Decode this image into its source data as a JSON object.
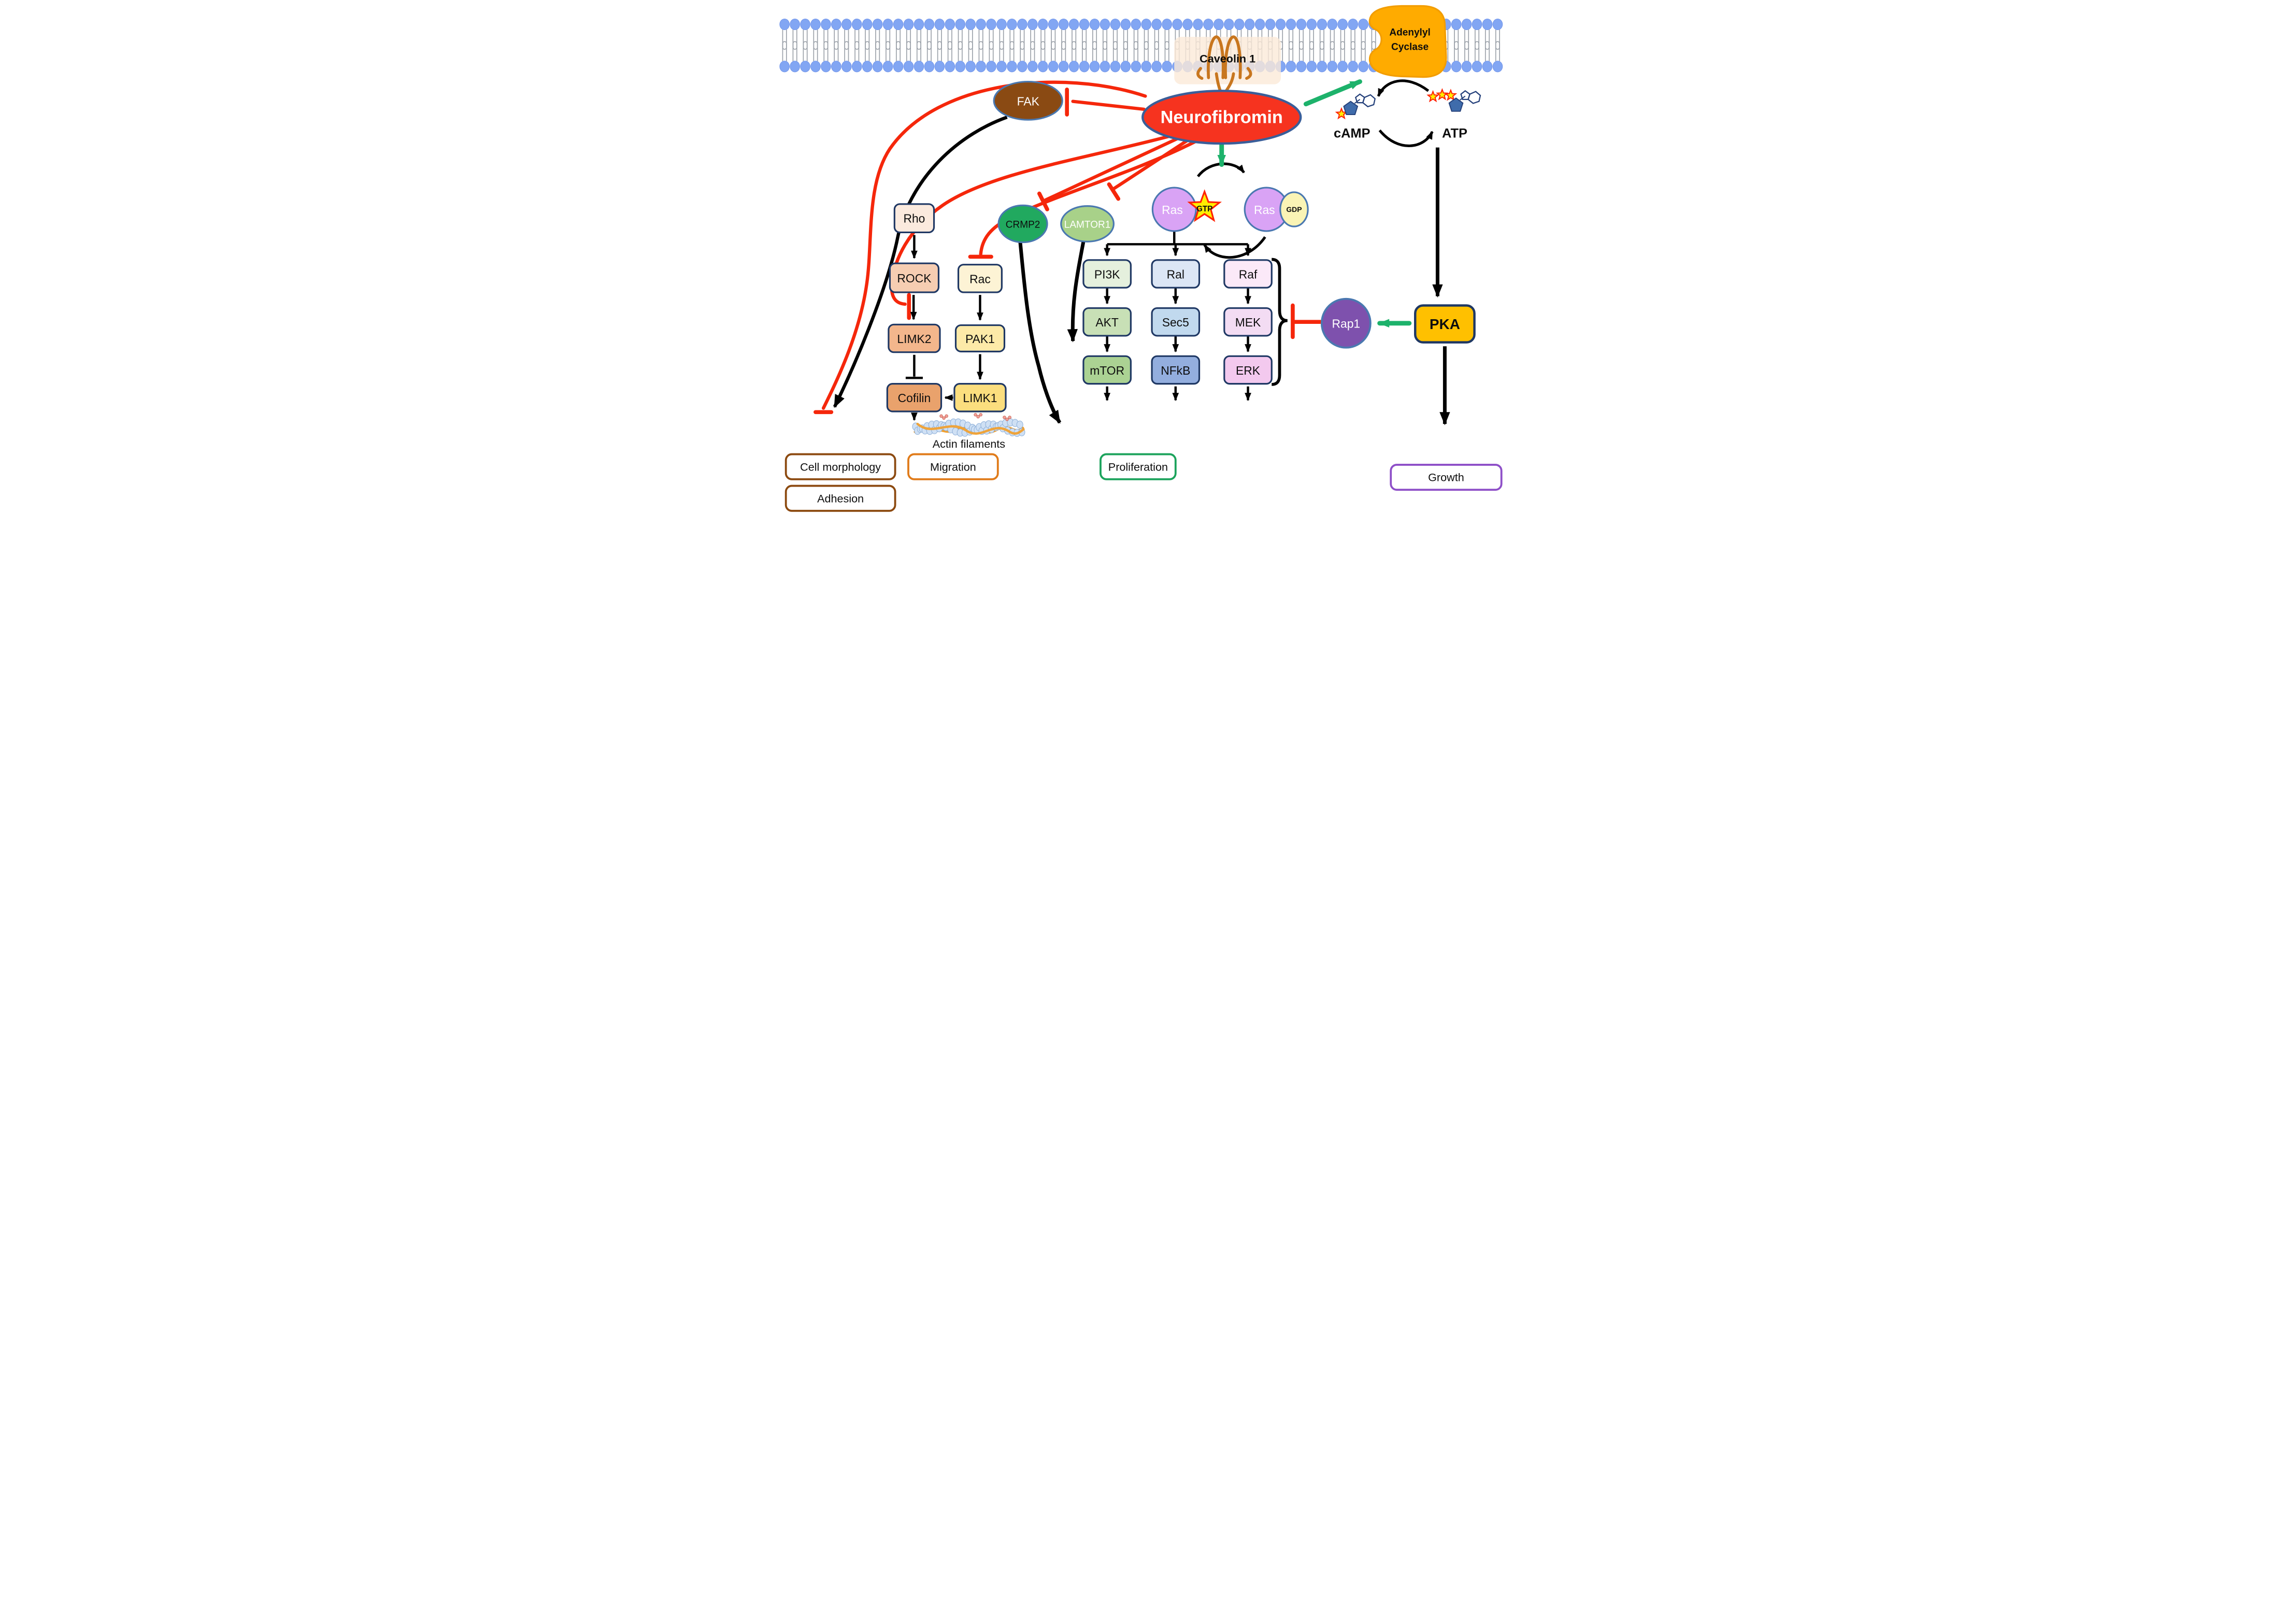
{
  "diagram": {
    "colors": {
      "inhibition": "#f5270b",
      "activation": "#1db26b",
      "line": "#000000",
      "membrane_head": "#82a6f3",
      "membrane_head_edge": "#6b8fe8",
      "membrane_tail": "#9aa0a8",
      "caveolin": "#c8761e",
      "caveolin_glow": "#fbead8",
      "actin_strand": "#f0a030",
      "actin_bead": "#cfe0f4",
      "actin_bead_edge": "#8fb0d8",
      "actin_cluster": "#f2a09a",
      "phosphate_star_fill": "#ffee00",
      "phosphate_star_stroke": "#ff2200",
      "sugar_pentagon": "#3f6cab",
      "ring_stroke": "#24407a",
      "node_stroke": "#1f3864",
      "ellipse_stroke": "#4a78b0"
    },
    "nodes": {
      "caveolin": {
        "label": "Caveolin 1"
      },
      "adenylyl_cyclase": {
        "label_line1": "Adenylyl",
        "label_line2": "Cyclase",
        "fill": "#ffab00",
        "stroke": "#f29d00"
      },
      "neurofibromin": {
        "label": "Neurofibromin",
        "fill": "#f6331f",
        "stroke": "#3a5e99"
      },
      "fak": {
        "label": "FAK",
        "fill": "#8a4a13"
      },
      "camp": {
        "label": "cAMP"
      },
      "atp": {
        "label": "ATP"
      },
      "ras_gtp": {
        "label": "Ras",
        "tag": "GTP",
        "fill": "#d9a3f5"
      },
      "ras_gdp": {
        "label": "Ras",
        "tag": "GDP",
        "fill": "#d9a3f5",
        "tag_fill": "#faf4b5"
      },
      "rho": {
        "label": "Rho",
        "fill": "#fbeade"
      },
      "rock": {
        "label": "ROCK",
        "fill": "#f6cdb2"
      },
      "limk2": {
        "label": "LIMK2",
        "fill": "#f3b68c"
      },
      "cofilin": {
        "label": "Cofilin",
        "fill": "#e9a26c"
      },
      "rac": {
        "label": "Rac",
        "fill": "#fdf3d5"
      },
      "pak1": {
        "label": "PAK1",
        "fill": "#fdeaa8"
      },
      "limk1": {
        "label": "LIMK1",
        "fill": "#fbde7e"
      },
      "crmp2": {
        "label": "CRMP2",
        "fill": "#21a95f"
      },
      "lamtor1": {
        "label": "LAMTOR1",
        "fill": "#a8d189"
      },
      "pi3k": {
        "label": "PI3K",
        "fill": "#e5f0dd"
      },
      "akt": {
        "label": "AKT",
        "fill": "#c8e0b6"
      },
      "mtor": {
        "label": "mTOR",
        "fill": "#abd293"
      },
      "ral": {
        "label": "Ral",
        "fill": "#dce6f5"
      },
      "sec5": {
        "label": "Sec5",
        "fill": "#c1d9ee"
      },
      "nfkb": {
        "label": "NFkB",
        "fill": "#93aede"
      },
      "raf": {
        "label": "Raf",
        "fill": "#fbe9f8"
      },
      "mek": {
        "label": "MEK",
        "fill": "#f3dcf3"
      },
      "erk": {
        "label": "ERK",
        "fill": "#f3c9ee"
      },
      "rap1": {
        "label": "Rap1",
        "fill": "#7e51ad"
      },
      "pka": {
        "label": "PKA",
        "fill": "#ffc000"
      }
    },
    "labels": {
      "actin": "Actin filaments"
    },
    "outcomes": {
      "cell_morphology": {
        "label": "Cell morphology",
        "border": "#8c4a10"
      },
      "migration": {
        "label": "Migration",
        "border": "#e07b1a"
      },
      "adhesion": {
        "label": "Adhesion",
        "border": "#8c4a10"
      },
      "proliferation": {
        "label": "Proliferation",
        "border": "#1ca35c"
      },
      "growth": {
        "label": "Growth",
        "border": "#8e4fc8"
      }
    }
  }
}
